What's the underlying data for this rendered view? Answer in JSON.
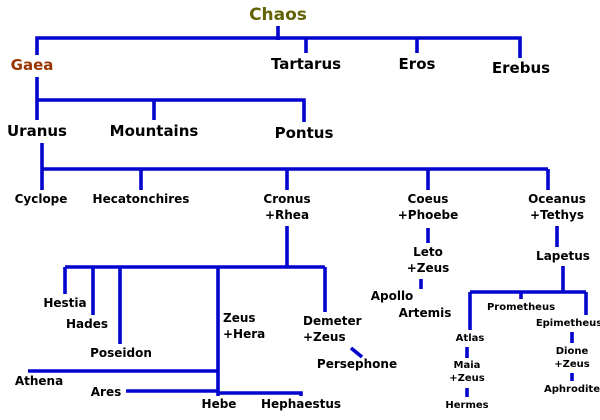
{
  "diagram": {
    "line_color": "#0404cf",
    "background": "#ffffff",
    "nodes": {
      "chaos": {
        "label": "Chaos",
        "color": "#636306"
      },
      "gaea": {
        "label": "Gaea",
        "color": "#993300"
      },
      "tartarus": {
        "label": "Tartarus"
      },
      "eros": {
        "label": "Eros"
      },
      "erebus": {
        "label": "Erebus"
      },
      "uranus": {
        "label": "Uranus"
      },
      "mountains": {
        "label": "Mountains"
      },
      "pontus": {
        "label": "Pontus"
      },
      "cyclope": {
        "label": "Cyclope"
      },
      "hecatonchires": {
        "label": "Hecatonchires"
      },
      "cronus": {
        "label": "Cronus",
        "spouse": "+Rhea"
      },
      "coeus": {
        "label": "Coeus",
        "spouse": "+Phoebe"
      },
      "oceanus": {
        "label": "Oceanus",
        "spouse": "+Tethys"
      },
      "leto": {
        "label": "Leto",
        "spouse": "+Zeus"
      },
      "apollo": {
        "label": "Apollo"
      },
      "artemis": {
        "label": "Artemis"
      },
      "lapetus": {
        "label": "Lapetus"
      },
      "prometheus": {
        "label": "Prometheus"
      },
      "epimetheus": {
        "label": "Epimetheus"
      },
      "atlas": {
        "label": "Atlas"
      },
      "maia": {
        "label": "Maia",
        "spouse": "+Zeus"
      },
      "hermes": {
        "label": "Hermes"
      },
      "dione": {
        "label": "Dione",
        "spouse": "+Zeus"
      },
      "aphrodite": {
        "label": "Aphrodite"
      },
      "hestia": {
        "label": "Hestia"
      },
      "hades": {
        "label": "Hades"
      },
      "poseidon": {
        "label": "Poseidon"
      },
      "zeus": {
        "label": "Zeus",
        "spouse": "+Hera"
      },
      "demeter": {
        "label": "Demeter",
        "spouse": "+Zeus"
      },
      "persephone": {
        "label": "Persephone"
      },
      "athena": {
        "label": "Athena"
      },
      "ares": {
        "label": "Ares"
      },
      "hebe": {
        "label": "Hebe"
      },
      "hephaestus": {
        "label": "Hephaestus"
      }
    },
    "relations": [
      {
        "parent": "Chaos",
        "children": [
          "Gaea",
          "Tartarus",
          "Eros",
          "Erebus"
        ]
      },
      {
        "parent": "Gaea",
        "children": [
          "Uranus",
          "Mountains",
          "Pontus"
        ]
      },
      {
        "parent": "Uranus",
        "children": [
          "Cyclope",
          "Hecatonchires",
          "Cronus +Rhea",
          "Coeus +Phoebe",
          "Oceanus +Tethys"
        ]
      },
      {
        "parent": "Cronus +Rhea",
        "children": [
          "Hestia",
          "Hades",
          "Poseidon",
          "Zeus +Hera",
          "Demeter +Zeus"
        ]
      },
      {
        "parent": "Zeus +Hera",
        "children": [
          "Athena",
          "Ares",
          "Hebe",
          "Hephaestus"
        ]
      },
      {
        "parent": "Demeter +Zeus",
        "children": [
          "Persephone"
        ]
      },
      {
        "parent": "Coeus +Phoebe",
        "children": [
          "Leto +Zeus"
        ]
      },
      {
        "parent": "Leto +Zeus",
        "children": [
          "Apollo",
          "Artemis"
        ]
      },
      {
        "parent": "Oceanus +Tethys",
        "children": [
          "Lapetus"
        ]
      },
      {
        "parent": "Lapetus",
        "children": [
          "Atlas",
          "Prometheus",
          "Epimetheus"
        ]
      },
      {
        "parent": "Atlas",
        "children": [
          "Maia +Zeus"
        ]
      },
      {
        "parent": "Maia +Zeus",
        "children": [
          "Hermes"
        ]
      },
      {
        "parent": "Epimetheus",
        "children": [
          "Dione +Zeus"
        ]
      },
      {
        "parent": "Dione +Zeus",
        "children": [
          "Aphrodite"
        ]
      }
    ]
  }
}
